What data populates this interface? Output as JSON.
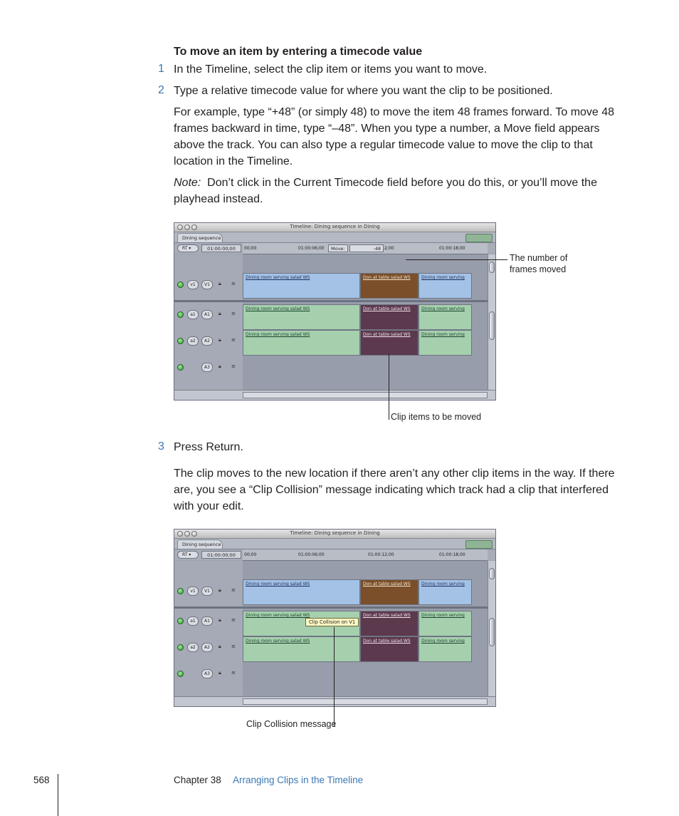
{
  "heading": "To move an item by entering a timecode value",
  "steps": [
    {
      "num": "1",
      "text": "In the Timeline, select the clip item or items you want to move."
    },
    {
      "num": "2",
      "text": "Type a relative timecode value for where you want the clip to be positioned."
    },
    {
      "num": "3",
      "text": "Press Return."
    }
  ],
  "para_example": "For example, type “+48” (or simply 48) to move the item 48 frames forward. To move 48 frames backward in time, type “–48”. When you type a number, a Move field appears above the track. You can also type a regular timecode value to move the clip to that location in the Timeline.",
  "note_label": "Note:",
  "note_text": "Don’t click in the Current Timecode field before you do this, or you’ll move the playhead instead.",
  "para_collision": "The clip moves to the new location if there aren’t any other clip items in the way. If there are, you see a “Clip Collision” message indicating which track had a clip that interfered with your edit.",
  "figure1": {
    "callout_frames": "The number of frames moved",
    "callout_clips": "Clip items to be moved"
  },
  "figure2": {
    "callout_collision": "Clip Collision message",
    "tooltip": "Clip Collision on V1"
  },
  "timeline": {
    "title": "Timeline: Dining sequence in Dining",
    "tab": "Dining sequence",
    "rt": "RT ▾",
    "current_tc": "01:00:00;00",
    "ticks": [
      "00;00",
      "01:00:06;00",
      "01:00:12;00",
      "01:00:18;00"
    ],
    "move_label": "Move:",
    "move_value": "-48",
    "tracks": {
      "v1_src": "v1",
      "v1_dst": "V1",
      "a1_src": "a1",
      "a1_dst": "A1",
      "a2_src": "a2",
      "a2_dst": "A2",
      "a3_dst": "A3"
    },
    "clips": {
      "c1": "Dining room serving salad WS",
      "c2": "Don at table salad WS",
      "c3": "Dining room serving"
    }
  },
  "footer": {
    "page": "568",
    "chapter": "Chapter 38",
    "title": "Arranging Clips in the Timeline"
  }
}
